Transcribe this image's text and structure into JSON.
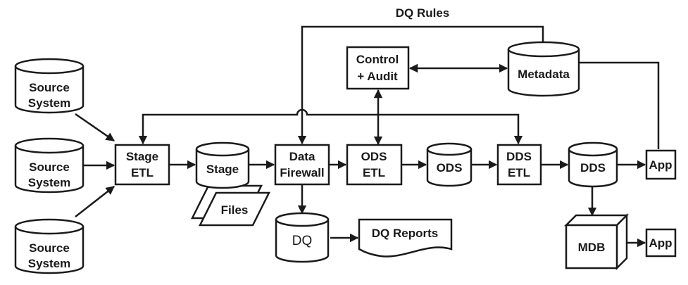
{
  "nodes": {
    "source1": [
      "Source",
      "System"
    ],
    "source2": [
      "Source",
      "System"
    ],
    "source3": [
      "Source",
      "System"
    ],
    "stage_etl": [
      "Stage",
      "ETL"
    ],
    "stage": "Stage",
    "files": "Files",
    "data_firewall": [
      "Data",
      "Firewall"
    ],
    "dq": "DQ",
    "dq_reports": "DQ Reports",
    "control_audit": [
      "Control",
      "+ Audit"
    ],
    "metadata": "Metadata",
    "ods_etl": [
      "ODS",
      "ETL"
    ],
    "ods": "ODS",
    "dds_etl": [
      "DDS",
      "ETL"
    ],
    "dds": "DDS",
    "mdb": "MDB",
    "app1": "App",
    "app2": "App"
  },
  "labels": {
    "dq_rules": "DQ Rules"
  }
}
